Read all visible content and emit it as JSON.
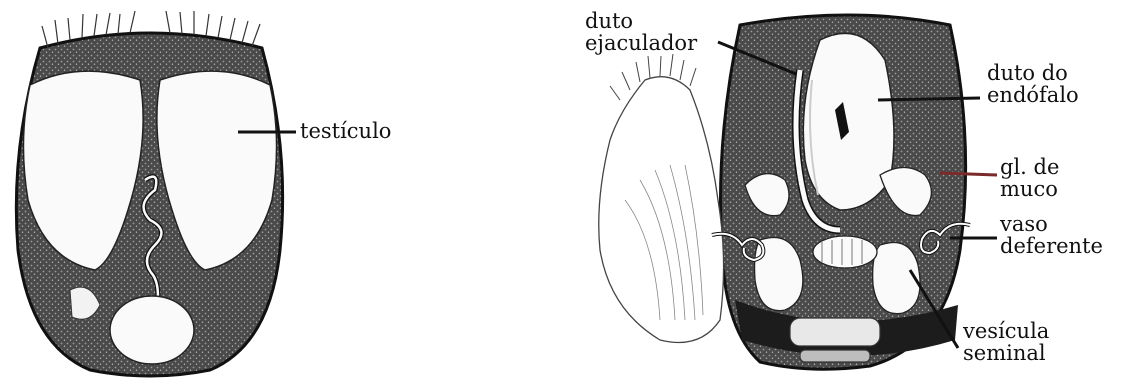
{
  "labels": {
    "testiculo": "testículo",
    "duto_ejaculador": [
      "duto",
      "ejaculador"
    ],
    "duto_endofalo": [
      "duto do",
      "endófalo"
    ],
    "gl_muco": [
      "gl. de",
      "muco"
    ],
    "vaso_deferente": [
      "vaso",
      "deferente"
    ],
    "vesicula_seminal": [
      "vesícula",
      "seminal"
    ]
  },
  "colors": {
    "ink": "#111111",
    "tissue_dark": "#3a3a3a",
    "organ_fill": "#ffffff",
    "pointer_red": "#7a2a2a"
  }
}
